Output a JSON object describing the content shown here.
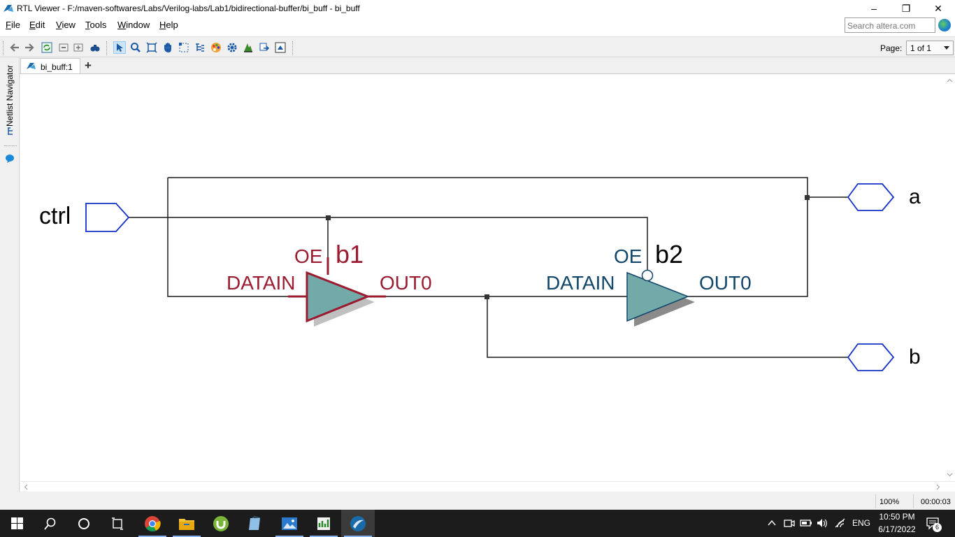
{
  "window": {
    "title": "RTL Viewer - F:/maven-softwares/Labs/Verilog-labs/Lab1/bidirectional-buffer/bi_buff - bi_buff",
    "minimize": "–",
    "maximize": "❐",
    "close": "✕"
  },
  "menu": {
    "items": [
      {
        "key": "F",
        "rest": "ile"
      },
      {
        "key": "E",
        "rest": "dit"
      },
      {
        "key": "V",
        "rest": "iew"
      },
      {
        "key": "T",
        "rest": "ools"
      },
      {
        "key": "W",
        "rest": "indow"
      },
      {
        "key": "H",
        "rest": "elp"
      }
    ],
    "search_placeholder": "Search altera.com"
  },
  "toolbar": {
    "icons": [
      "back-icon",
      "forward-icon",
      "refresh-icon",
      "go-up-icon",
      "go-down-icon",
      "find-icon",
      "select-tool-icon",
      "zoom-tool-icon",
      "fit-icon",
      "hand-tool-icon",
      "area-select-icon",
      "hierarchy-icon",
      "color-icon",
      "settings-icon",
      "filter-icon",
      "export-icon",
      "page-icon"
    ],
    "page_label": "Page:",
    "page_value": "1 of 1"
  },
  "left_dock": {
    "netlist_navigator": "Netlist Navigator"
  },
  "tabs": [
    {
      "label": "bi_buff:1"
    }
  ],
  "tab_add": "+",
  "schematic": {
    "input_port": "ctrl",
    "output_ports": [
      "a",
      "b"
    ],
    "buffers": [
      {
        "name": "b1",
        "oe": "OE",
        "datain": "DATAIN",
        "out": "OUT0",
        "color": "#9b1b30"
      },
      {
        "name": "b2",
        "oe": "OE",
        "datain": "DATAIN",
        "out": "OUT0",
        "color": "#12466b"
      }
    ],
    "buffer_fill": "#72a9a9"
  },
  "status": {
    "zoom": "100%",
    "time": "00:00:03"
  },
  "taskbar": {
    "apps": [
      "start-icon",
      "search-icon",
      "cortana-icon",
      "task-view-icon",
      "chrome-icon",
      "file-explorer-icon",
      "utorrent-icon",
      "notepad-icon",
      "photos-icon",
      "excel-icon",
      "quartus-icon"
    ],
    "language": "ENG",
    "clock_time": "10:50 PM",
    "clock_date": "6/17/2022",
    "notification_count": "6"
  }
}
